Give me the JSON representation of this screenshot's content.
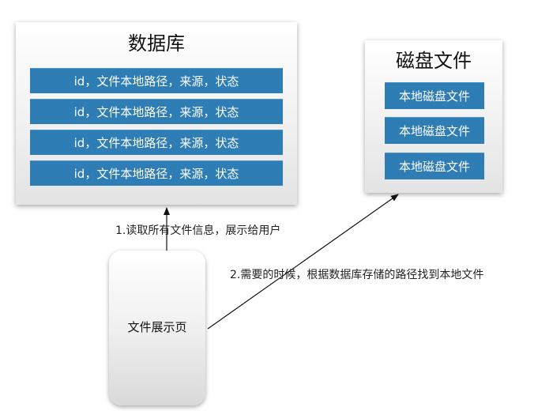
{
  "database": {
    "title": "数据库",
    "rows": [
      "id，文件本地路径，来源，状态",
      "id，文件本地路径，来源，状态",
      "id，文件本地路径，来源，状态",
      "id，文件本地路径，来源，状态"
    ]
  },
  "disk": {
    "title": "磁盘文件",
    "rows": [
      "本地磁盘文件",
      "本地磁盘文件",
      "本地磁盘文件"
    ]
  },
  "page": {
    "label": "文件展示页"
  },
  "edges": {
    "read_label": "1.读取所有文件信息，展示给用户",
    "find_label": "2.需要的时候，根据数据库存储的路径找到本地文件"
  },
  "colors": {
    "row_fill": "#2e7db5",
    "row_text": "#ffffff",
    "arrow": "#111111"
  }
}
